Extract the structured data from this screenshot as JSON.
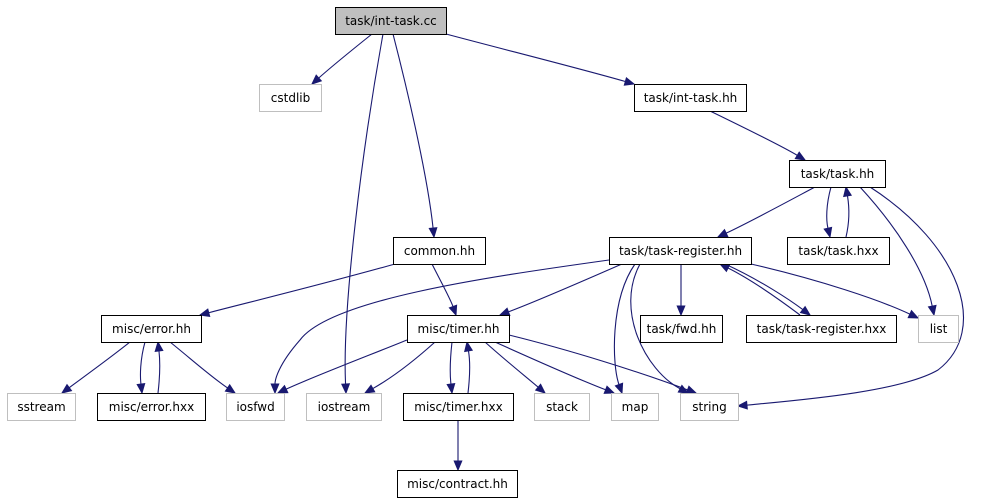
{
  "colors": {
    "edge": "#191970",
    "node_border": "#000000",
    "external_border": "#bfbfbf",
    "root_fill": "#bfbfbf",
    "node_fill": "#ffffff"
  },
  "nodes": {
    "root": {
      "label": "task/int-task.cc",
      "kind": "root"
    },
    "cstdlib": {
      "label": "cstdlib",
      "kind": "external"
    },
    "inttaskhh": {
      "label": "task/int-task.hh",
      "kind": "internal"
    },
    "taskhh": {
      "label": "task/task.hh",
      "kind": "internal"
    },
    "taskhxx": {
      "label": "task/task.hxx",
      "kind": "internal"
    },
    "commonhh": {
      "label": "common.hh",
      "kind": "internal"
    },
    "regihh": {
      "label": "task/task-register.hh",
      "kind": "internal"
    },
    "errorhh": {
      "label": "misc/error.hh",
      "kind": "internal"
    },
    "timerhh": {
      "label": "misc/timer.hh",
      "kind": "internal"
    },
    "fwdhh": {
      "label": "task/fwd.hh",
      "kind": "internal"
    },
    "regihxx": {
      "label": "task/task-register.hxx",
      "kind": "internal"
    },
    "list": {
      "label": "list",
      "kind": "external"
    },
    "sstream": {
      "label": "sstream",
      "kind": "external"
    },
    "errorhxx": {
      "label": "misc/error.hxx",
      "kind": "internal"
    },
    "iosfwd": {
      "label": "iosfwd",
      "kind": "external"
    },
    "iostream": {
      "label": "iostream",
      "kind": "external"
    },
    "timerhxx": {
      "label": "misc/timer.hxx",
      "kind": "internal"
    },
    "stack": {
      "label": "stack",
      "kind": "external"
    },
    "map": {
      "label": "map",
      "kind": "external"
    },
    "string": {
      "label": "string",
      "kind": "external"
    },
    "contract": {
      "label": "misc/contract.hh",
      "kind": "internal"
    }
  },
  "edges": [
    {
      "from": "root",
      "to": "cstdlib"
    },
    {
      "from": "root",
      "to": "inttaskhh"
    },
    {
      "from": "root",
      "to": "commonhh"
    },
    {
      "from": "root",
      "to": "iostream"
    },
    {
      "from": "inttaskhh",
      "to": "taskhh"
    },
    {
      "from": "taskhh",
      "to": "taskhxx"
    },
    {
      "from": "taskhxx",
      "to": "taskhh"
    },
    {
      "from": "taskhh",
      "to": "regihh"
    },
    {
      "from": "taskhh",
      "to": "list"
    },
    {
      "from": "taskhh",
      "to": "string"
    },
    {
      "from": "commonhh",
      "to": "errorhh"
    },
    {
      "from": "commonhh",
      "to": "timerhh"
    },
    {
      "from": "regihh",
      "to": "iosfwd"
    },
    {
      "from": "regihh",
      "to": "timerhh"
    },
    {
      "from": "regihh",
      "to": "fwdhh"
    },
    {
      "from": "regihh",
      "to": "regihxx"
    },
    {
      "from": "regihxx",
      "to": "regihh"
    },
    {
      "from": "regihh",
      "to": "list"
    },
    {
      "from": "regihh",
      "to": "map"
    },
    {
      "from": "regihh",
      "to": "string"
    },
    {
      "from": "errorhh",
      "to": "sstream"
    },
    {
      "from": "errorhh",
      "to": "errorhxx"
    },
    {
      "from": "errorhxx",
      "to": "errorhh"
    },
    {
      "from": "errorhh",
      "to": "iosfwd"
    },
    {
      "from": "timerhh",
      "to": "iosfwd"
    },
    {
      "from": "timerhh",
      "to": "iostream"
    },
    {
      "from": "timerhh",
      "to": "timerhxx"
    },
    {
      "from": "timerhxx",
      "to": "timerhh"
    },
    {
      "from": "timerhh",
      "to": "stack"
    },
    {
      "from": "timerhh",
      "to": "map"
    },
    {
      "from": "timerhh",
      "to": "string"
    },
    {
      "from": "timerhxx",
      "to": "contract"
    }
  ]
}
